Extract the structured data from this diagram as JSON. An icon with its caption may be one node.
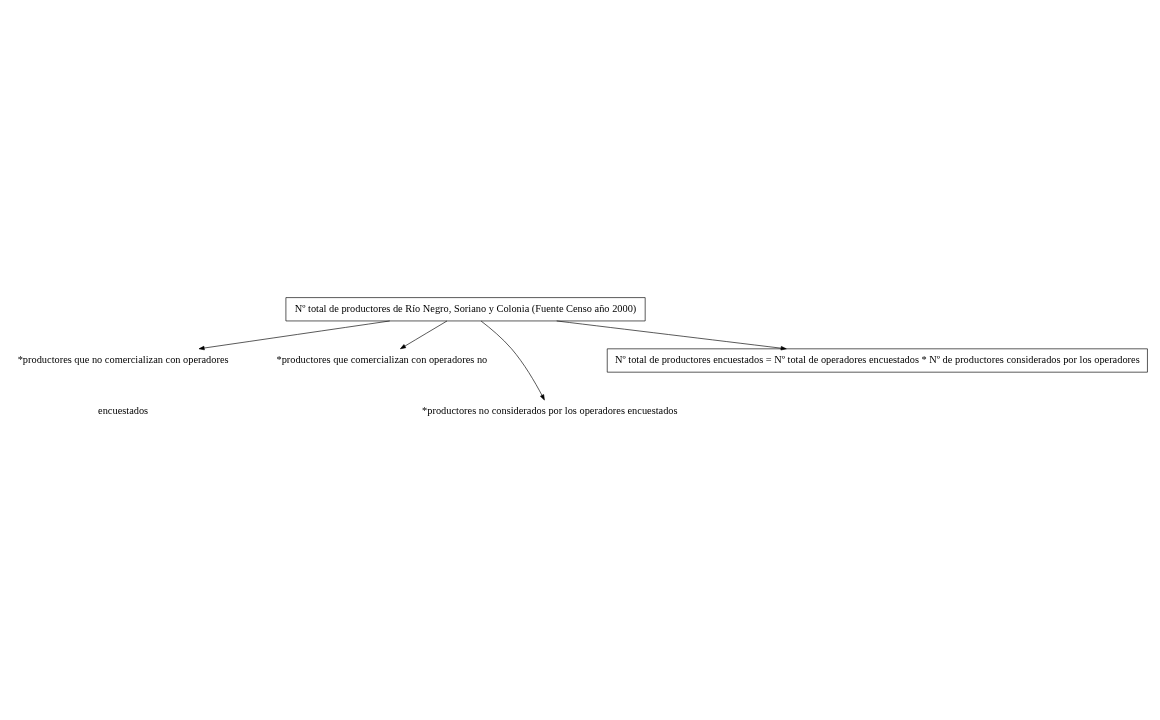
{
  "diagram": {
    "nodes": [
      {
        "text": [
          "Nº total de productores de Río Negro, Soriano y Colonia (Fuente Censo año 2000)"
        ]
      },
      {
        "text": [
          "*productores que no comercializan con operadores"
        ]
      },
      {
        "text": [
          "*productores que comercializan con operadores no"
        ]
      },
      {
        "text": [
          "*productores no considerados por los operadores encuestados"
        ]
      },
      {
        "text": [
          "Nº total de productores encuestados = Nº total de operadores encuestados * Nº de productores considerados por los operadores"
        ]
      }
    ],
    "edges": [
      {
        "from": 0,
        "to": 1,
        "arrow": "to"
      },
      {
        "from": 0,
        "to": 2,
        "arrow": "to"
      },
      {
        "from": 0,
        "to": 3,
        "arrow": "to"
      },
      {
        "from": 0,
        "to": 4,
        "arrow": "to"
      }
    ],
    "labels": [
      "encuestados"
    ]
  }
}
